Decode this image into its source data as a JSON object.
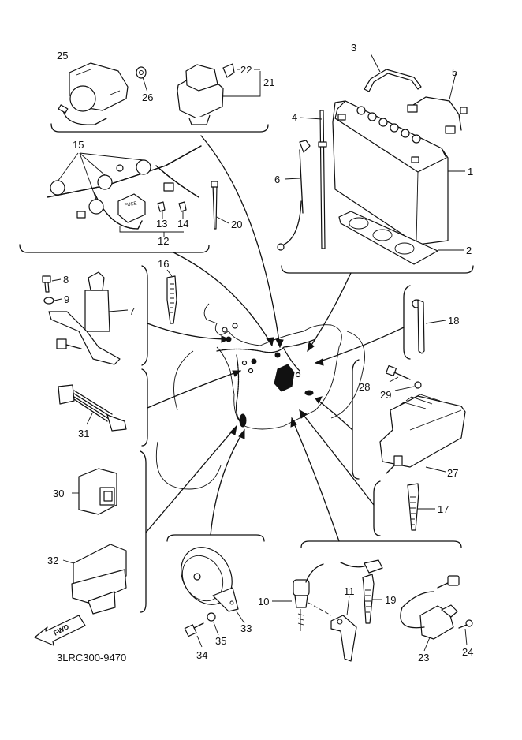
{
  "diagram": {
    "title_code": "3LRC300-9470",
    "direction_marker": "FWD",
    "line_color": "#111111",
    "background_color": "#ffffff",
    "callouts": {
      "c1": "1",
      "c2": "2",
      "c3": "3",
      "c4": "4",
      "c5": "5",
      "c6": "6",
      "c7": "7",
      "c8": "8",
      "c9": "9",
      "c10": "10",
      "c11": "11",
      "c12": "12",
      "c13": "13",
      "c14": "14",
      "c15": "15",
      "c16": "16",
      "c17": "17",
      "c18": "18",
      "c19": "19",
      "c20": "20",
      "c21": "21",
      "c22": "22",
      "c23": "23",
      "c24": "24",
      "c25": "25",
      "c26": "26",
      "c27": "27",
      "c28": "28",
      "c29": "29",
      "c30": "30",
      "c31": "31",
      "c32": "32",
      "c33": "33",
      "c34": "34",
      "c35": "35"
    },
    "fuse_box_label": "FUSE",
    "groups": [
      {
        "name": "horn-relay-group",
        "parts": [
          "25",
          "26",
          "22",
          "21"
        ]
      },
      {
        "name": "battery-group",
        "parts": [
          "1",
          "2",
          "3",
          "4",
          "5",
          "6"
        ]
      },
      {
        "name": "wire-harness-group",
        "parts": [
          "12",
          "13",
          "14",
          "15",
          "20"
        ]
      },
      {
        "name": "main-switch-group",
        "parts": [
          "7",
          "8",
          "9"
        ]
      },
      {
        "name": "band-16",
        "parts": [
          "16"
        ]
      },
      {
        "name": "lead-31",
        "parts": [
          "31"
        ]
      },
      {
        "name": "relay-group",
        "parts": [
          "30",
          "32"
        ]
      },
      {
        "name": "band-18",
        "parts": [
          "18"
        ]
      },
      {
        "name": "rectifier-group",
        "parts": [
          "27",
          "28",
          "29"
        ]
      },
      {
        "name": "band-17",
        "parts": [
          "17"
        ]
      },
      {
        "name": "horn-group",
        "parts": [
          "33",
          "34",
          "35"
        ]
      },
      {
        "name": "switch-condenser-group",
        "parts": [
          "10",
          "11",
          "19",
          "23",
          "24"
        ]
      }
    ]
  }
}
